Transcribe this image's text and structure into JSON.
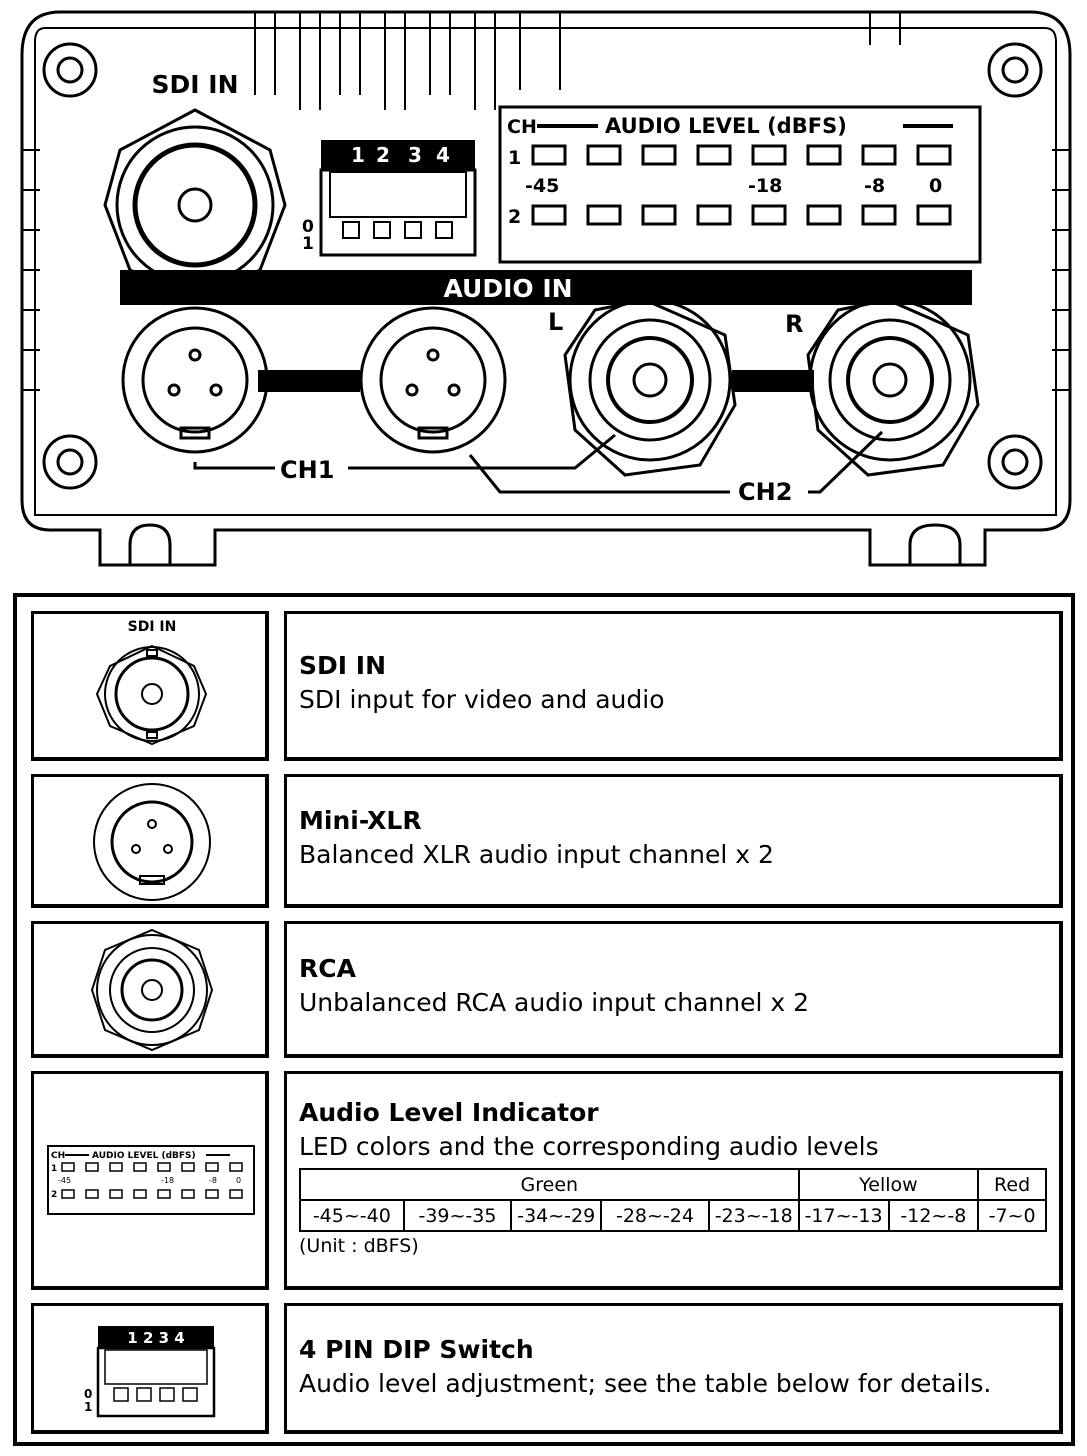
{
  "panel": {
    "sdi_label": "SDI IN",
    "audio_in_label": "AUDIO IN",
    "left_label": "L",
    "right_label": "R",
    "ch1_label": "CH1",
    "ch2_label": "CH2",
    "dip_numbers": [
      "1",
      "2",
      "3",
      "4"
    ],
    "dip_state_labels": [
      "0",
      "1"
    ],
    "meter": {
      "ch_label": "CH",
      "title": "AUDIO LEVEL (dBFS)",
      "row_labels": [
        "1",
        "2"
      ],
      "scale_labels": [
        "-45",
        "-18",
        "-8",
        "0"
      ]
    }
  },
  "legend": {
    "rows": [
      {
        "title": "SDI IN",
        "text": "SDI input for video and audio",
        "icon_label": "SDI IN"
      },
      {
        "title": "Mini-XLR",
        "text": "Balanced XLR audio input channel x 2"
      },
      {
        "title": "RCA",
        "text": "Unbalanced RCA audio input channel x 2"
      },
      {
        "title": "Audio Level Indicator",
        "text": "LED colors and the corresponding audio levels",
        "icon_ch": "CH",
        "icon_title": "AUDIO LEVEL (dBFS)",
        "icon_rows": [
          "1",
          "2"
        ],
        "icon_scale": [
          "-45",
          "-18",
          "-8",
          "0"
        ],
        "color_groups": [
          "Green",
          "Yellow",
          "Red"
        ],
        "ranges": [
          "-45~-40",
          "-39~-35",
          "-34~-29",
          "-28~-24",
          "-23~-18",
          "-17~-13",
          "-12~-8",
          "-7~0"
        ],
        "unit": "(Unit : dBFS)"
      },
      {
        "title": "4 PIN DIP Switch",
        "text": "Audio level adjustment; see the table below for details.",
        "icon_numbers": "1 2 3 4",
        "icon_states": [
          "0",
          "1"
        ]
      }
    ]
  }
}
